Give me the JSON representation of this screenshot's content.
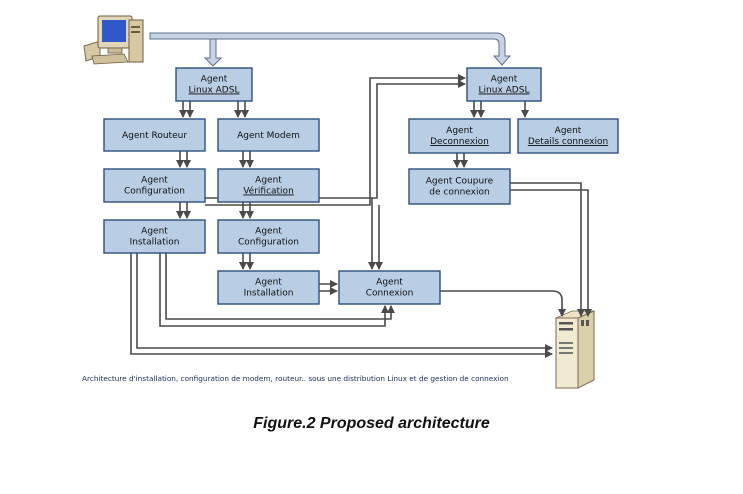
{
  "nodes": [
    {
      "id": "linux-adsl-1",
      "line1": "Agent",
      "line2": "Linux  ADSL",
      "underline2": true
    },
    {
      "id": "linux-adsl-2",
      "line1": "Agent",
      "line2": "Linux  ADSL",
      "underline2": true
    },
    {
      "id": "routeur",
      "line1": "Agent Routeur",
      "line2": ""
    },
    {
      "id": "modem",
      "line1": "Agent Modem",
      "line2": ""
    },
    {
      "id": "deconnexion",
      "line1": "Agent",
      "line2": "Deconnexion",
      "underline2": true
    },
    {
      "id": "details",
      "line1": "Agent",
      "line2": "Details  connexion",
      "underline2": true
    },
    {
      "id": "config-1",
      "line1": "Agent",
      "line2": "Configuration"
    },
    {
      "id": "verification",
      "line1": "Agent",
      "line2": "Vérification",
      "underline2": true
    },
    {
      "id": "coupure",
      "line1": "Agent Coupure",
      "line2": "de connexion"
    },
    {
      "id": "install-1",
      "line1": "Agent",
      "line2": "Installation"
    },
    {
      "id": "config-2",
      "line1": "Agent",
      "line2": "Configuration"
    },
    {
      "id": "install-2",
      "line1": "Agent",
      "line2": "Installation"
    },
    {
      "id": "connexion",
      "line1": "Agent",
      "line2": "Connexion"
    }
  ],
  "caption": "Architecture d'installation, configuration de modem, routeur.. sous une distribution Linux et de gestion de connexion",
  "figure_title": "Figure.2 Proposed architecture",
  "icons": {
    "computer": "desktop-computer-icon",
    "server": "server-icon"
  },
  "colors": {
    "box_fill": "#b9cde5",
    "box_border": "#2b4f7e",
    "arrow": "#4a4a4a"
  }
}
